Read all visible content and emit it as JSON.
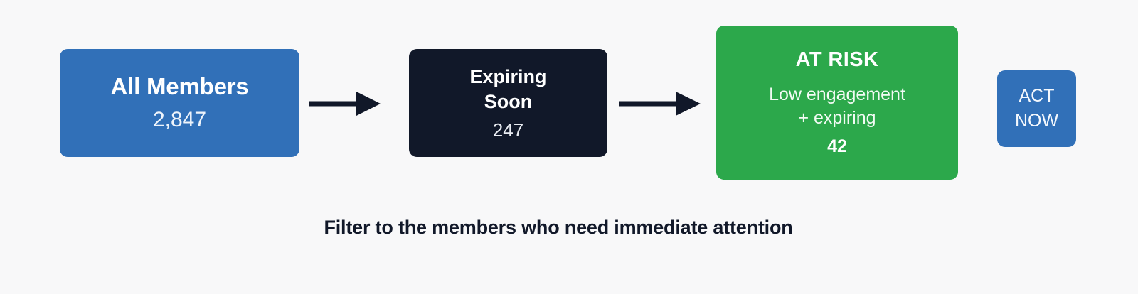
{
  "background_color": "#f8f8f9",
  "funnel": {
    "nodes": [
      {
        "id": "all-members",
        "title": "All Members",
        "value": "2,847",
        "color": "#3170b8"
      },
      {
        "id": "expiring-soon",
        "title": "Expiring\nSoon",
        "title_line1": "Expiring",
        "title_line2": "Soon",
        "value": "247",
        "color": "#111829"
      },
      {
        "id": "at-risk",
        "title": "AT RISK",
        "description_line1": "Low engagement",
        "description_line2": "+ expiring",
        "value": "42",
        "color": "#2ca84b"
      },
      {
        "id": "act-now",
        "title_line1": "ACT",
        "title_line2": "NOW",
        "color": "#3170b8"
      }
    ],
    "arrows": [
      {
        "id": "members-to-expiring",
        "color": "#111829"
      },
      {
        "id": "expiring-to-risk",
        "color": "#111829"
      }
    ]
  },
  "caption": {
    "text": "Filter to the members who need immediate attention",
    "color": "#111829"
  }
}
